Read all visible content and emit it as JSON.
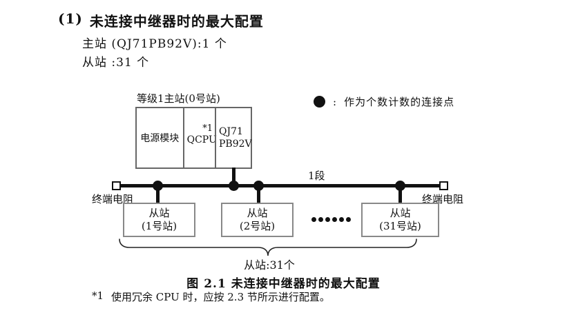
{
  "page": {
    "heading_number": "(1)",
    "heading_title": "未连接中继器时的最大配置",
    "master_count_line": "主站 (QJ71PB92V):1 个",
    "slave_count_line": "从站 :31 个"
  },
  "diagram": {
    "master_station": {
      "label": "等级1主站(0号站)",
      "modules": {
        "power": "电源模块",
        "cpu": "QCPU",
        "cpu_footnote_ref": "*1",
        "pb_line1": "QJ71",
        "pb_line2": "PB92V"
      }
    },
    "legend": {
      "separator": ":",
      "label": "作为个数计数的连接点"
    },
    "bus": {
      "segment_label": "1段",
      "left_terminator_label": "终端电阻",
      "right_terminator_label": "终端电阻"
    },
    "slaves": {
      "s1_line1": "从站",
      "s1_line2": "(1号站)",
      "s2_line1": "从站",
      "s2_line2": "(2号站)",
      "s31_line1": "从站",
      "s31_line2": "(31号站)"
    },
    "slaves_brace_label": "从站:31个"
  },
  "caption": "图 2.1 未连接中继器时的最大配置",
  "footnote": {
    "marker": "*1",
    "text": "使用冗余 CPU 时，应按 2.3 节所示进行配置。"
  }
}
